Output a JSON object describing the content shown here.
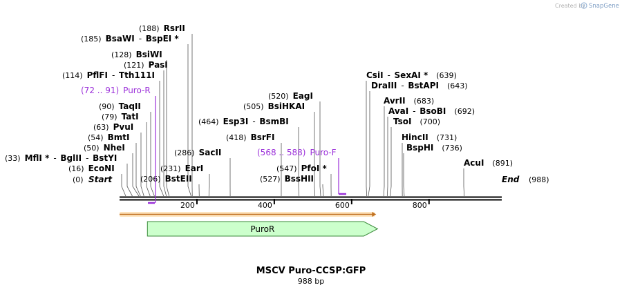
{
  "credit": {
    "prefix": "Created by",
    "brand": "SnapGene"
  },
  "title": "MSCV Puro-CCSP:GFP",
  "subtitle": "988 bp",
  "length": 988,
  "ticks": [
    "200",
    "400",
    "600",
    "800"
  ],
  "tick_values": [
    200,
    400,
    600,
    800
  ],
  "ends": {
    "start": {
      "label": "Start",
      "pos": "(0)"
    },
    "end": {
      "label": "End",
      "pos": "(988)"
    }
  },
  "sites": [
    {
      "id": "econi",
      "pos": "(16)",
      "names": [
        "EcoNI"
      ],
      "bp": 16
    },
    {
      "id": "mfli",
      "pos": "(33)",
      "names": [
        "MflI *",
        "BglII",
        "BstYI"
      ],
      "bp": 33
    },
    {
      "id": "nhei",
      "pos": "(50)",
      "names": [
        "NheI"
      ],
      "bp": 50
    },
    {
      "id": "bmti",
      "pos": "(54)",
      "names": [
        "BmtI"
      ],
      "bp": 54
    },
    {
      "id": "pvui",
      "pos": "(63)",
      "names": [
        "PvuI"
      ],
      "bp": 63
    },
    {
      "id": "tati",
      "pos": "(79)",
      "names": [
        "TatI"
      ],
      "bp": 79
    },
    {
      "id": "taqii",
      "pos": "(90)",
      "names": [
        "TaqII"
      ],
      "bp": 90
    },
    {
      "id": "pflfi",
      "pos": "(114)",
      "names": [
        "PflFI",
        "Tth111I"
      ],
      "bp": 114
    },
    {
      "id": "pasi",
      "pos": "(121)",
      "names": [
        "PasI"
      ],
      "bp": 121
    },
    {
      "id": "bsiwi",
      "pos": "(128)",
      "names": [
        "BsiWI"
      ],
      "bp": 128
    },
    {
      "id": "bsawi",
      "pos": "(185)",
      "names": [
        "BsaWI",
        "BspEI *"
      ],
      "bp": 185
    },
    {
      "id": "rsrii",
      "pos": "(188)",
      "names": [
        "RsrII"
      ],
      "bp": 188
    },
    {
      "id": "bsteii",
      "pos": "(206)",
      "names": [
        "BstEII"
      ],
      "bp": 206
    },
    {
      "id": "eari",
      "pos": "(231)",
      "names": [
        "EarI"
      ],
      "bp": 231
    },
    {
      "id": "sacii",
      "pos": "(286)",
      "names": [
        "SacII"
      ],
      "bp": 286
    },
    {
      "id": "bsrfi",
      "pos": "(418)",
      "names": [
        "BsrFI"
      ],
      "bp": 418
    },
    {
      "id": "esp3i",
      "pos": "(464)",
      "names": [
        "Esp3I",
        "BsmBI"
      ],
      "bp": 464
    },
    {
      "id": "bsihkai",
      "pos": "(505)",
      "names": [
        "BsiHKAI"
      ],
      "bp": 505
    },
    {
      "id": "eagi",
      "pos": "(520)",
      "names": [
        "EagI"
      ],
      "bp": 520
    },
    {
      "id": "bsshii",
      "pos": "(527)",
      "names": [
        "BssHII"
      ],
      "bp": 527
    },
    {
      "id": "pfoi",
      "pos": "(547)",
      "names": [
        "PfoI *"
      ],
      "bp": 547
    },
    {
      "id": "csii",
      "pos": "(639)",
      "names": [
        "CsiI",
        "SexAI *"
      ],
      "bp": 639
    },
    {
      "id": "draiii",
      "pos": "(643)",
      "names": [
        "DraIII",
        "BstAPI"
      ],
      "bp": 643
    },
    {
      "id": "avrii",
      "pos": "(683)",
      "names": [
        "AvrII"
      ],
      "bp": 683
    },
    {
      "id": "avai",
      "pos": "(692)",
      "names": [
        "AvaI",
        "BsoBI"
      ],
      "bp": 692
    },
    {
      "id": "tsoi",
      "pos": "(700)",
      "names": [
        "TsoI"
      ],
      "bp": 700
    },
    {
      "id": "hincii",
      "pos": "(731)",
      "names": [
        "HincII"
      ],
      "bp": 731
    },
    {
      "id": "bsphi",
      "pos": "(736)",
      "names": [
        "BspHI"
      ],
      "bp": 736
    },
    {
      "id": "acui",
      "pos": "(891)",
      "names": [
        "AcuI"
      ],
      "bp": 891
    }
  ],
  "primers": [
    {
      "id": "puro-r",
      "range": "(72 .. 91)",
      "name": "Puro-R",
      "start": 72,
      "end": 91,
      "strand": "reverse"
    },
    {
      "id": "puro-f",
      "range": "(568 .. 588)",
      "name": "Puro-F",
      "start": 568,
      "end": 588,
      "strand": "forward"
    }
  ],
  "features": [
    {
      "id": "orf",
      "label": "",
      "start": 0,
      "end": 667,
      "color": "#f7a440"
    },
    {
      "id": "puror",
      "label": "PuroR",
      "start": 72,
      "end": 667,
      "color": "#ccffcc"
    }
  ],
  "colors": {
    "primer": "#9b30d9",
    "backbone": "#000000",
    "feature_outline": "#3a8a3a",
    "orf": "#f7a440"
  }
}
